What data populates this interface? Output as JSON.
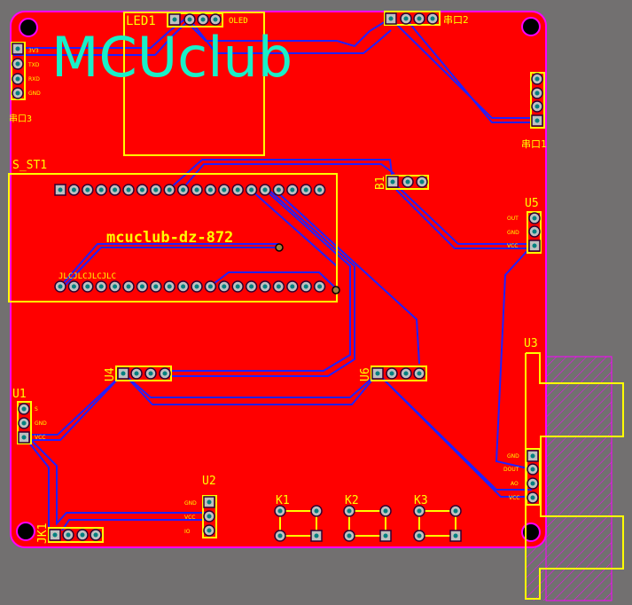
{
  "logo": "MCUclub",
  "board_text": "mcuclub-dz-872",
  "jlc_text": "JLCJLCJLCJLC",
  "colors": {
    "board": "#ff0000",
    "outline": "#ff00ff",
    "silk": "#ffff00",
    "trace": "#2020ff",
    "pad": "#c0c0c0",
    "drill": "#008080",
    "logo": "#19f0c8",
    "background": "#727070"
  },
  "components": {
    "led1": {
      "ref": "LED1",
      "value": "OLED"
    },
    "uart3": {
      "ref": "串口3",
      "pins": [
        "3V3",
        "TXD",
        "RXD",
        "GND"
      ]
    },
    "uart2": {
      "ref": "串口2"
    },
    "uart1": {
      "ref": "串口1"
    },
    "s_st1": {
      "ref": "S_ST1"
    },
    "b1": {
      "ref": "B1"
    },
    "u5": {
      "ref": "U5",
      "pins": [
        "OUT",
        "GND",
        "VCC"
      ]
    },
    "u4": {
      "ref": "U4"
    },
    "u6": {
      "ref": "U6"
    },
    "u1": {
      "ref": "U1",
      "pins": [
        "S",
        "GND",
        "VCC"
      ]
    },
    "jk1": {
      "ref": "JK1"
    },
    "u2": {
      "ref": "U2",
      "pins": [
        "GND",
        "VCC",
        "IO"
      ]
    },
    "k1": {
      "ref": "K1"
    },
    "k2": {
      "ref": "K2"
    },
    "k3": {
      "ref": "K3"
    },
    "u3": {
      "ref": "U3",
      "pins": [
        "GND",
        "DOUT",
        "AO",
        "VCC"
      ]
    }
  }
}
